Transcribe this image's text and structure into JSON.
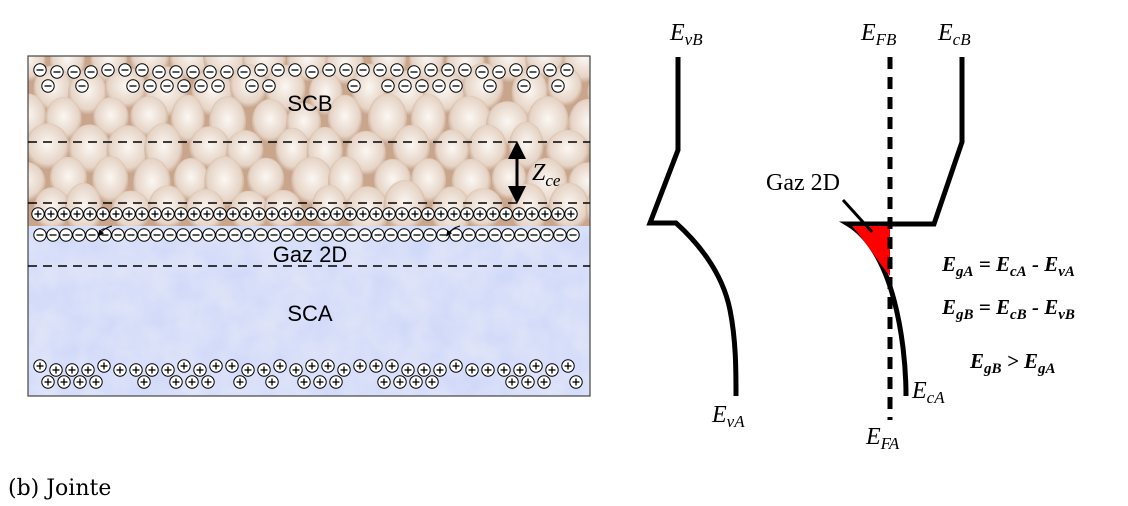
{
  "left_panel": {
    "layer_top": "SCB",
    "layer_bottom": "SCA",
    "gas_label": "Gaz 2D",
    "thickness_symbol": "Z",
    "thickness_sub": "ce",
    "negative_glyph": "⊖",
    "positive_glyph": "⊕",
    "colors": {
      "scb_base": "#c9a58c",
      "scb_light": "#f4ece6",
      "sca_base": "#b9c4ef",
      "sca_light": "#dfe4f8"
    }
  },
  "right_panel": {
    "label_EvB": {
      "main": "E",
      "sub": "vB"
    },
    "label_EFB": {
      "main": "E",
      "sub": "FB"
    },
    "label_EcB": {
      "main": "E",
      "sub": "cB"
    },
    "label_EvA": {
      "main": "E",
      "sub": "vA"
    },
    "label_EcA": {
      "main": "E",
      "sub": "cA"
    },
    "label_EFA": {
      "main": "E",
      "sub": "FA"
    },
    "gas_label": "Gaz 2D",
    "gas_fill": "#ff0000",
    "equations": [
      {
        "lhs": "E",
        "lhs_sub": "gA",
        "op": " = ",
        "a": "E",
        "a_sub": "cA",
        "minus": " - ",
        "b": "E",
        "b_sub": "vA"
      },
      {
        "lhs": "E",
        "lhs_sub": "gB",
        "op": " = ",
        "a": "E",
        "a_sub": "cB",
        "minus": " - ",
        "b": "E",
        "b_sub": "vB"
      }
    ],
    "inequality": {
      "lhs": "E",
      "lhs_sub": "gB",
      "op": " > ",
      "rhs": "E",
      "rhs_sub": "gA"
    }
  },
  "caption": "(b) Jointe"
}
